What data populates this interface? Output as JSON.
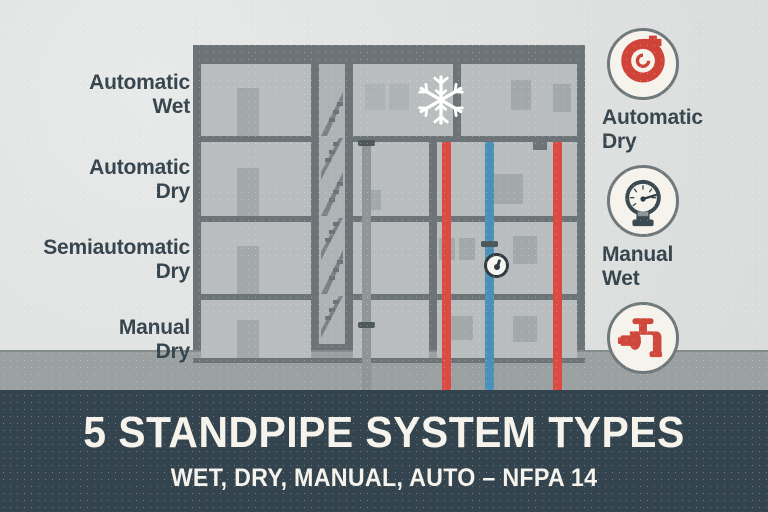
{
  "background": {
    "page": "#e3e5e4",
    "ground": "#9ba1a1",
    "footer": "#34444e"
  },
  "footer": {
    "title": "5 STANDPIPE SYSTEM TYPES",
    "subtitle": "WET, DRY, MANUAL, AUTO – NFPA 14",
    "title_color": "#f6f3ec",
    "bg_color": "#34444e"
  },
  "left_labels": [
    {
      "line1": "Automatic",
      "line2": "Wet"
    },
    {
      "line1": "Automatic",
      "line2": "Dry"
    },
    {
      "line1": "Semiautomatic",
      "line2": "Dry"
    },
    {
      "line1": "Manual",
      "line2": "Dry"
    }
  ],
  "right_items": [
    {
      "icon": "fire-hose-reel-icon",
      "line1": "Automatic",
      "line2": "Dry",
      "icon_color": "#cf4339"
    },
    {
      "icon": "pressure-gauge-icon",
      "line1": "Manual",
      "line2": "Wet",
      "icon_color": "#3b4950"
    },
    {
      "icon": "faucet-valve-icon",
      "line1": "",
      "line2": "",
      "icon_color": "#d0483d"
    }
  ],
  "building": {
    "wall_color": "#6c7477",
    "room_color": "#b9bdbd",
    "stair_shaft_color": "#aeb4b5",
    "floors": 4,
    "icons": {
      "snowflake": "snowflake-icon",
      "inline_gauge": "pipe-gauge-icon"
    },
    "pipes": [
      {
        "name": "dry-standpipe-gray",
        "color": "#8f9698"
      },
      {
        "name": "wet-standpipe-red-1",
        "color": "#dc4b41"
      },
      {
        "name": "wet-standpipe-blue",
        "color": "#4a90b8"
      },
      {
        "name": "wet-standpipe-red-2",
        "color": "#dc4b41"
      }
    ]
  }
}
